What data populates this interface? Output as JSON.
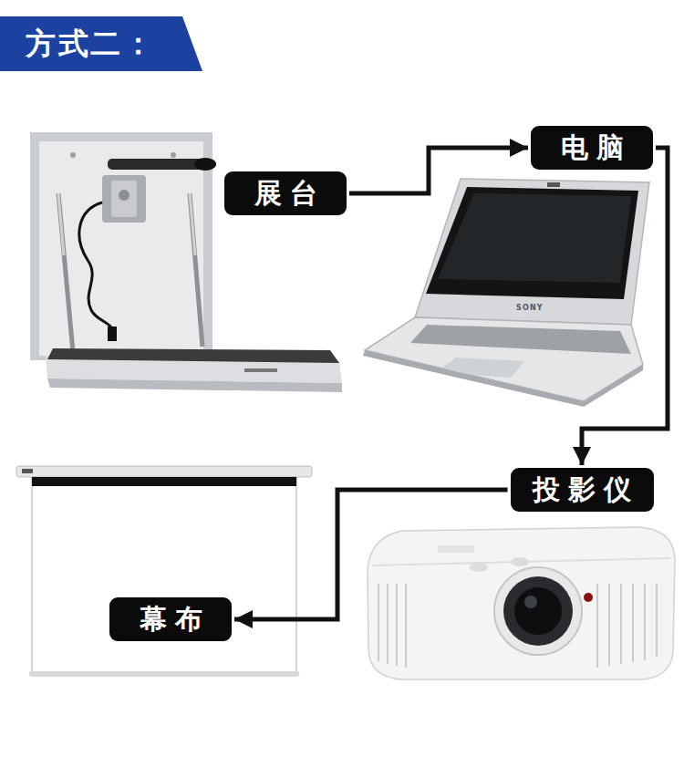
{
  "diagram": {
    "title": "方式二：",
    "nodes": [
      {
        "text": [
          "展台"
        ]
      },
      {
        "text": [
          "电脑"
        ]
      },
      {
        "text": [
          "投影仪"
        ]
      },
      {
        "text": [
          "幕布"
        ]
      }
    ],
    "edges": [
      {
        "from": 0,
        "to": 1,
        "arrow": "to"
      },
      {
        "from": 1,
        "to": 2,
        "arrow": "to"
      },
      {
        "from": 2,
        "to": 3,
        "arrow": "to"
      }
    ],
    "labels": [
      "SONY"
    ]
  }
}
